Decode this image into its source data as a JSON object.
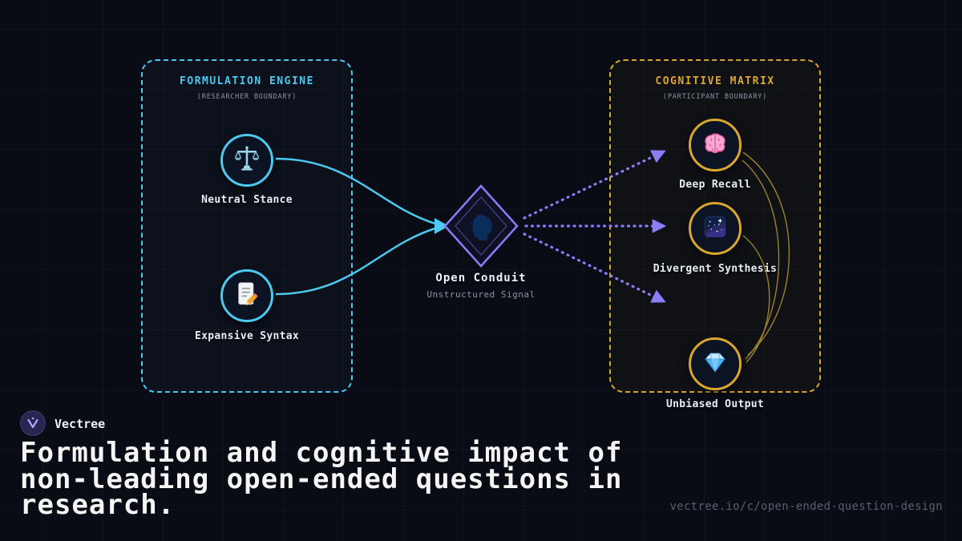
{
  "brand": {
    "name": "Vectree",
    "logo_icon": "vectree-logo"
  },
  "heading": "Formulation and cognitive impact of non-leading open-ended questions in research.",
  "footer_url": "vectree.io/c/open-ended-question-design",
  "left_panel": {
    "title": "FORMULATION ENGINE",
    "subtitle": "(RESEARCHER BOUNDARY)",
    "nodes": [
      {
        "label": "Neutral Stance",
        "icon": "scales-icon"
      },
      {
        "label": "Expansive Syntax",
        "icon": "document-pencil-icon"
      }
    ]
  },
  "center_node": {
    "title": "Open Conduit",
    "subtitle": "Unstructured Signal",
    "icon": "head-silhouette-icon"
  },
  "right_panel": {
    "title": "COGNITIVE MATRIX",
    "subtitle": "(PARTICIPANT BOUNDARY)",
    "nodes": [
      {
        "label": "Deep Recall",
        "icon": "brain-icon"
      },
      {
        "label": "Divergent Synthesis",
        "icon": "galaxy-icon"
      },
      {
        "label": "Unbiased Output",
        "icon": "gem-icon"
      }
    ]
  },
  "colors": {
    "background": "#0a0c15",
    "accent_cyan": "#4cc9f0",
    "accent_gold": "#dca62e",
    "accent_purple": "#8b7cf8",
    "text_primary": "#f5f5f5",
    "text_muted": "#8a93a6"
  }
}
